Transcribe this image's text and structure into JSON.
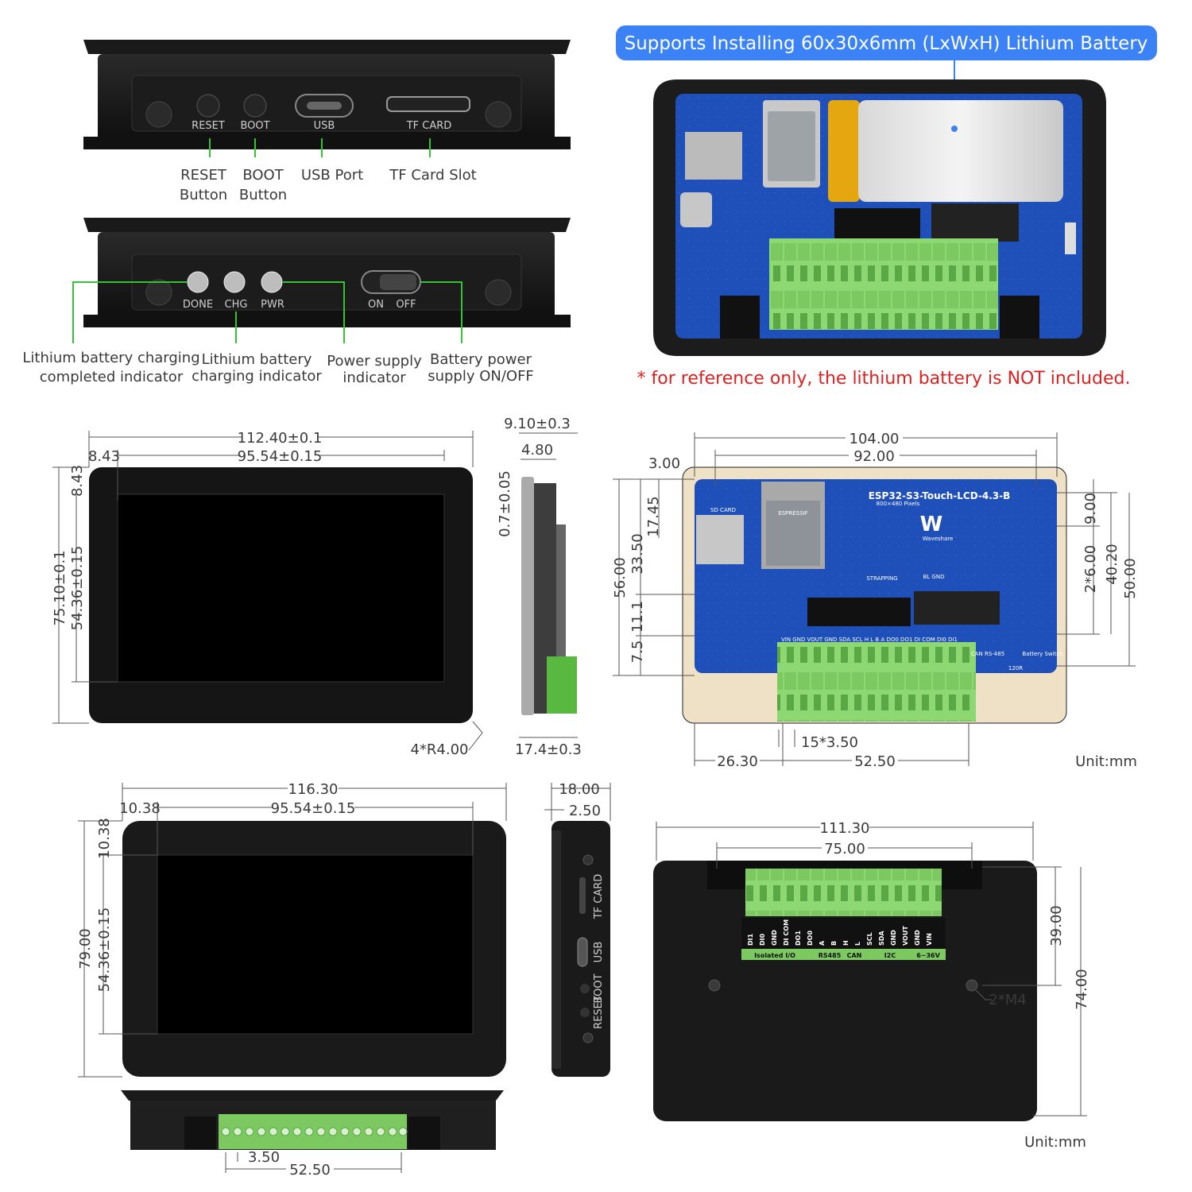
{
  "top_side": {
    "port_labels": [
      "RESET",
      "BOOT",
      "USB",
      "TF CARD"
    ],
    "callouts": [
      {
        "line1": "RESET",
        "line2": "Button"
      },
      {
        "line1": "BOOT",
        "line2": "Button"
      },
      {
        "line1": "USB Port",
        "line2": ""
      },
      {
        "line1": "TF Card Slot",
        "line2": ""
      }
    ]
  },
  "bottom_side": {
    "led_labels": [
      "DONE",
      "CHG",
      "PWR"
    ],
    "switch_labels": [
      "ON",
      "OFF"
    ],
    "callouts": [
      {
        "line1": "Lithium battery charging",
        "line2": "completed indicator"
      },
      {
        "line1": "Lithium battery",
        "line2": "charging indicator"
      },
      {
        "line1": "Power supply",
        "line2": "indicator"
      },
      {
        "line1": "Battery power",
        "line2": "supply ON/OFF"
      }
    ]
  },
  "battery": {
    "banner": "Supports Installing 60x30x6mm (LxWxH) Lithium Battery",
    "note": "* for reference only, the lithium battery is NOT included.",
    "banner_color": "#3b82f6",
    "note_color": "#e02020"
  },
  "pcb": {
    "title": "ESP32-S3-Touch-LCD-4.3-B",
    "subtitle": "800×480 Pixels",
    "brand": "Waveshare",
    "module": "ESPRESSIF",
    "sd_label": "SD CARD",
    "bl_gnd": "BL GND",
    "strapping": "STRAPPING",
    "bottom_pins": "VIN GND VOUT GND SDA SCL H L B A DO0 DO1 DI COM DI0 DI1",
    "can": "CAN RS-485",
    "battery_switch": "Battery Switch",
    "r120": "120R"
  },
  "dims_front1": {
    "w_total": "112.40±0.1",
    "w_active": "95.54±0.15",
    "left_margin": "8.43",
    "top_margin": "8.43",
    "h_total": "75.10±0.1",
    "h_active": "54.36±0.15",
    "radius": "4*R4.00"
  },
  "dims_side1": {
    "depth": "9.10±0.3",
    "glass": "4.80",
    "gap": "0.7±0.05",
    "bottom": "17.4±0.3"
  },
  "dims_pcb": {
    "w_total": "104.00",
    "w_holes": "92.00",
    "left": "3.00",
    "h_total": "56.00",
    "h_top": "17.45",
    "h_mid": "33.50",
    "h_11": "11.1",
    "h_75": "7.5",
    "r_9": "9.00",
    "r_6": "2*6.00",
    "r_402": "40.20",
    "r_50": "50.00",
    "pitch": "15*3.50",
    "off": "26.30",
    "span": "52.50",
    "unit": "Unit:mm"
  },
  "dims_front2": {
    "w_total": "116.30",
    "w_active": "95.54±0.15",
    "left_margin": "10.38",
    "top_margin": "10.38",
    "h_total": "79.00",
    "h_active": "54.36±0.15"
  },
  "dims_side2": {
    "depth": "18.00",
    "lip": "2.50",
    "side_labels": [
      "TF CARD",
      "USB",
      "BOOT",
      "RESET"
    ]
  },
  "dims_bottom": {
    "pitch": "3.50",
    "span": "52.50"
  },
  "dims_back": {
    "w_total": "111.30",
    "w_holes": "75.00",
    "h_holes": "39.00",
    "h_total": "74.00",
    "holes": "2*M4",
    "unit": "Unit:mm",
    "pins": [
      "DI1",
      "DI0",
      "GND",
      "DI COM",
      "DO1",
      "DO0",
      "A",
      "B",
      "H",
      "L",
      "SCL",
      "SDA",
      "GND",
      "VOUT",
      "GND",
      "VIN"
    ],
    "groups": [
      "Isolated I/O",
      "RS485",
      "CAN",
      "I2C",
      "6~36V"
    ]
  }
}
